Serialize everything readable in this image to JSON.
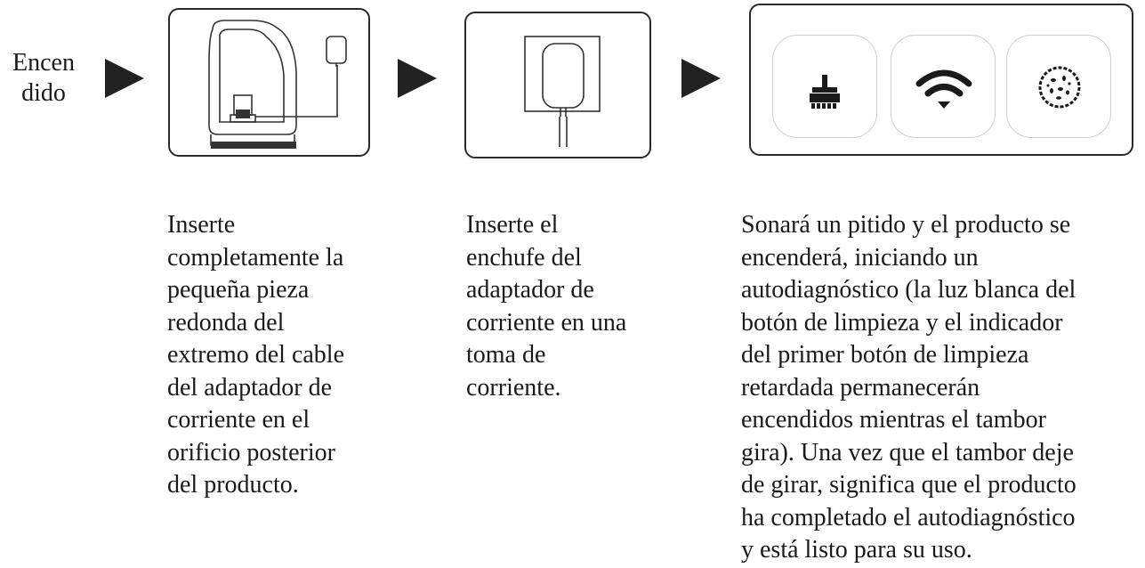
{
  "label": "Encen\ndido",
  "icons": [
    "robot-dock-with-cable-icon",
    "wall-outlet-with-plug-icon",
    "broom-icon",
    "wifi-icon",
    "germ-icon"
  ],
  "steps": [
    {
      "text": "Inserte\ncompletamente la\npequeña pieza\nredonda del\nextremo del cable\ndel adaptador de\ncorriente en el\norificio posterior\ndel producto."
    },
    {
      "text": "Inserte el\nenchufe del\nadaptador de\ncorriente en una\ntoma de\ncorriente."
    },
    {
      "text": "Sonará un pitido y el producto se\nencenderá, iniciando un\nautodiagnóstico (la luz blanca del\nbotón de limpieza y el indicador\ndel primer botón de limpieza\nretardada permanecerán\nencendidos mientras el tambor\ngira). Una vez que el tambor deje\nde girar, significa que el producto\nha completado el autodiagnóstico\ny está listo para su uso."
    }
  ]
}
